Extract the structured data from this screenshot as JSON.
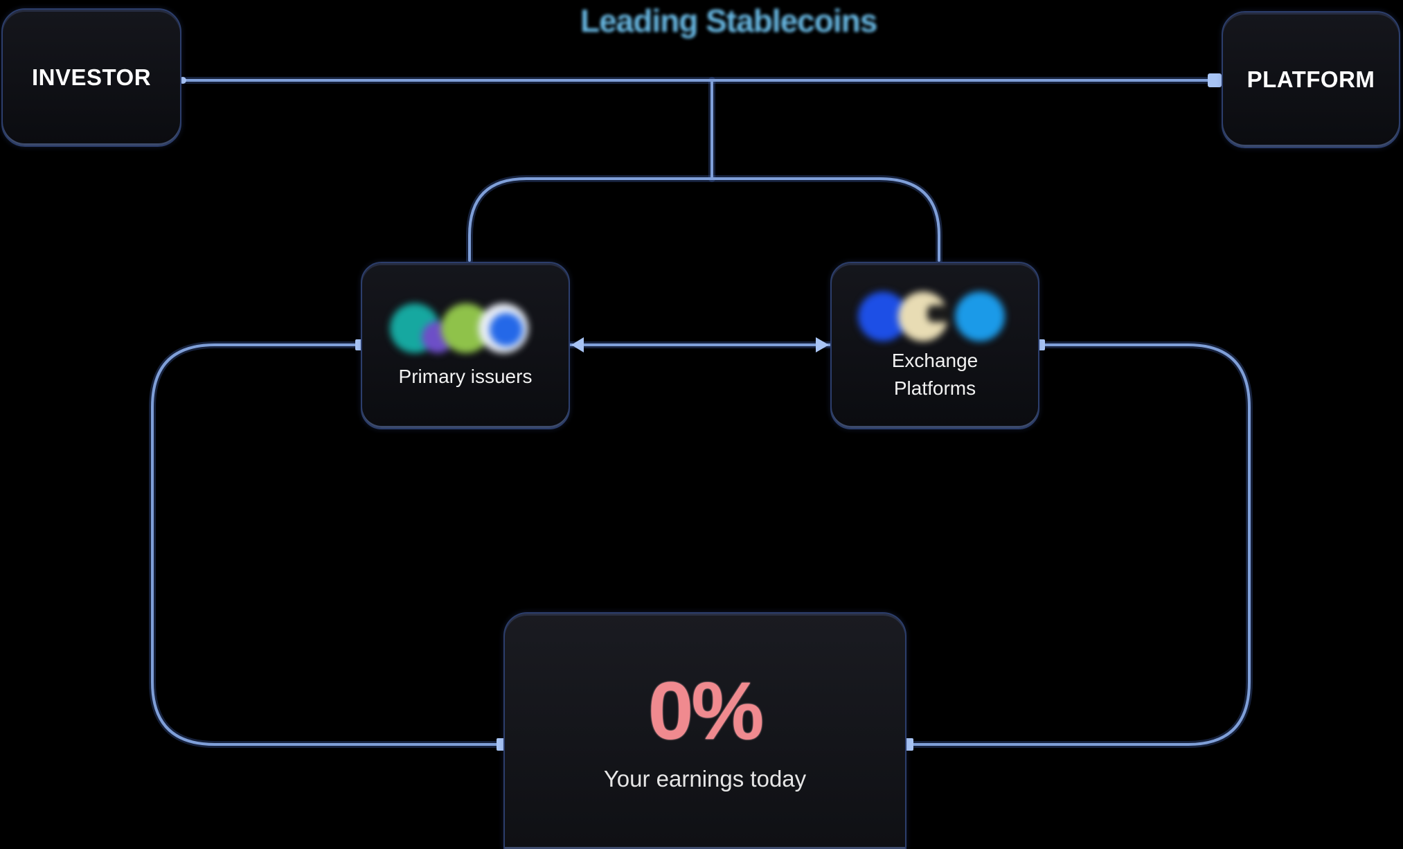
{
  "heading": "Leading Stablecoins",
  "nodes": {
    "investor": {
      "label": "INVESTOR"
    },
    "platform": {
      "label": "PLATFORM"
    },
    "primary": {
      "caption": "Primary issuers",
      "logo_colors": [
        "#16a8a0",
        "#6d4fc7",
        "#8fc24a",
        "#e9eef7",
        "#2468e8"
      ]
    },
    "exchange": {
      "caption_line1": "Exchange",
      "caption_line2": "Platforms",
      "logo_colors": [
        "#1d4fe6",
        "#e8dcb4",
        "#1a1a1a",
        "#1b9ae8"
      ]
    },
    "earnings": {
      "value": "0%",
      "caption": "Your earnings today"
    }
  },
  "colors": {
    "connector": "#7f9fd8",
    "heading": "#6fc3f0",
    "earnings_value": "#f08a8f"
  }
}
